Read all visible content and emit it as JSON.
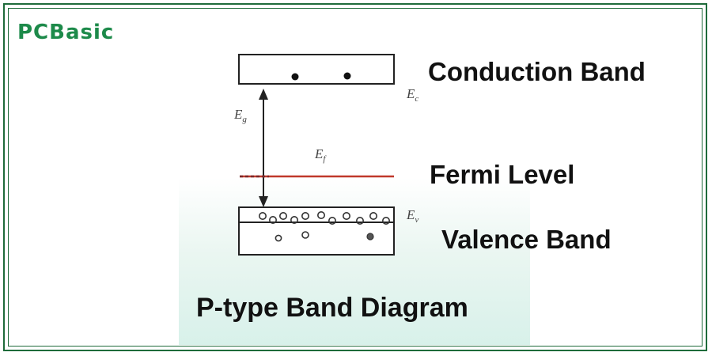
{
  "brand": {
    "logo_text": "PCBasic",
    "color": "#1d8a4a"
  },
  "frame": {
    "border_color": "#1e6b3a"
  },
  "diagram": {
    "title": "P-type Band Diagram",
    "labels": {
      "conduction_band": "Conduction Band",
      "fermi_level": "Fermi Level",
      "valence_band": "Valence Band"
    },
    "symbols": {
      "ec": {
        "main": "E",
        "sub": "c"
      },
      "eg": {
        "main": "E",
        "sub": "g"
      },
      "ef": {
        "main": "E",
        "sub": "f"
      },
      "ev": {
        "main": "E",
        "sub": "v"
      }
    },
    "colors": {
      "fermi_line": "#c0392b",
      "band_stroke": "#222222"
    }
  }
}
